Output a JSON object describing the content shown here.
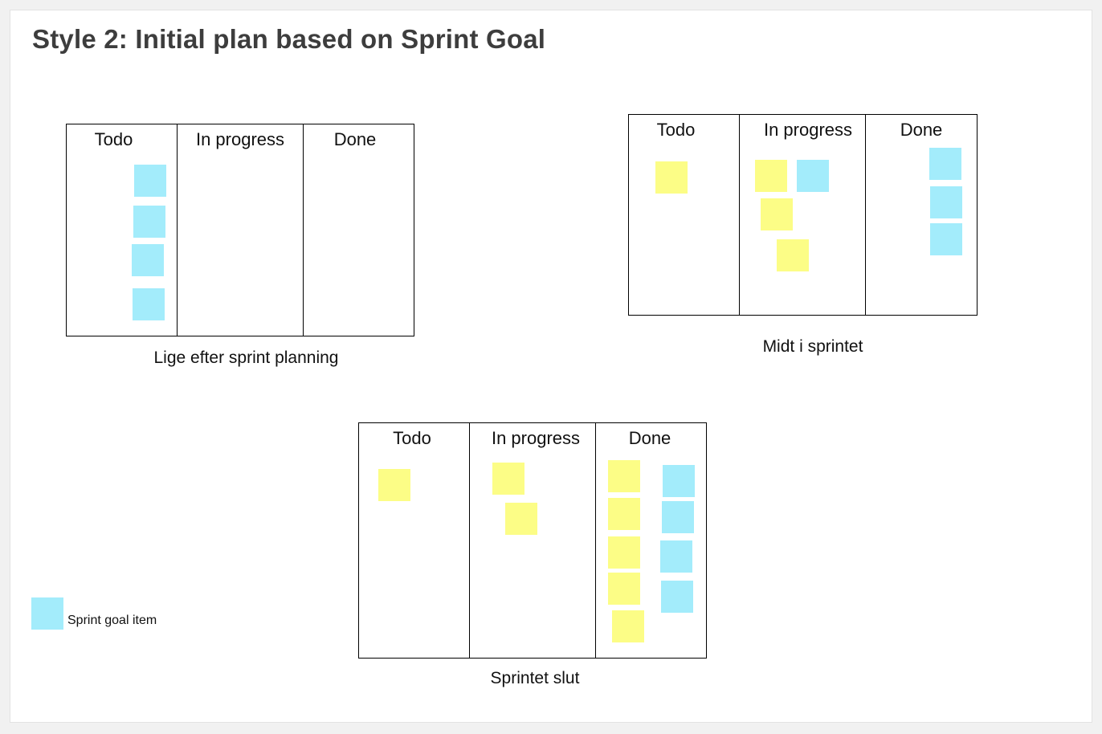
{
  "title": "Style 2: Initial plan based on Sprint Goal",
  "colors": {
    "sprint_goal_note": "#a3ecfb",
    "other_note": "#fcfd86"
  },
  "boards": [
    {
      "columns": [
        "Todo",
        "In progress",
        "Done"
      ],
      "caption": "Lige efter sprint planning"
    },
    {
      "columns": [
        "Todo",
        "In progress",
        "Done"
      ],
      "caption": "Midt i sprintet"
    },
    {
      "columns": [
        "Todo",
        "In progress",
        "Done"
      ],
      "caption": "Sprintet slut"
    }
  ],
  "legend": {
    "label": "Sprint goal item",
    "color": "#a3ecfb"
  }
}
